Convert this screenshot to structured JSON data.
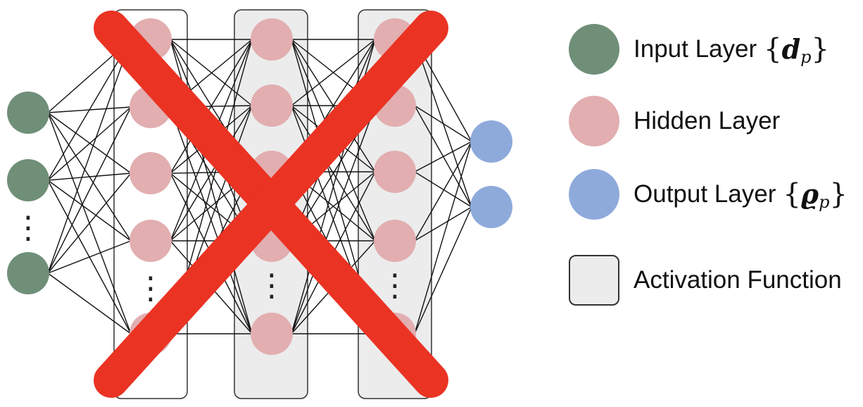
{
  "colors": {
    "input": "#6f8f78",
    "hidden": "#e2aeb0",
    "output": "#8eaadb",
    "activation_fill": "#ececec",
    "activation_border": "#333333",
    "cross": "#ea3323"
  },
  "legend": {
    "input_label": "Input Layer",
    "input_symbol": "d",
    "input_subscript": "p",
    "hidden_label": "Hidden Layer",
    "output_label": "Output Layer",
    "output_symbol": "ϱ",
    "output_subscript": "p",
    "activation_label": "Activation Function"
  },
  "ellipsis": "⋮"
}
